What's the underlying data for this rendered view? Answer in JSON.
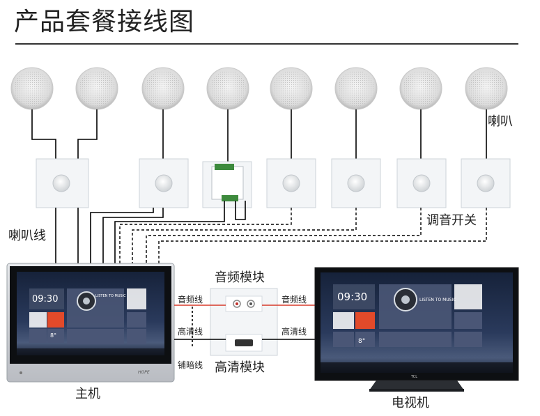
{
  "title": "产品套餐接线图",
  "labels": {
    "speaker": "喇叭",
    "speaker_wire": "喇叭线",
    "volume_switch": "调音开关",
    "audio_module": "音频模块",
    "hd_module": "高清模块",
    "host": "主机",
    "tv": "电视机",
    "audio_wire_left": "音频线",
    "audio_wire_right": "音频线",
    "hdmi_wire_left": "高清线",
    "hdmi_wire_right": "高清线",
    "conduit_wire": "铺暗线"
  },
  "screen": {
    "time": "09:30",
    "music_title": "LISTEN TO MUSIC",
    "temperature": "8°"
  },
  "host_brand": "HOPE",
  "tv_brand": "TCL",
  "colors": {
    "line": "#000000",
    "audio_line": "#d83a2a",
    "panel_face": "#f2f4f6",
    "screen_bg": "#1d2b45"
  }
}
